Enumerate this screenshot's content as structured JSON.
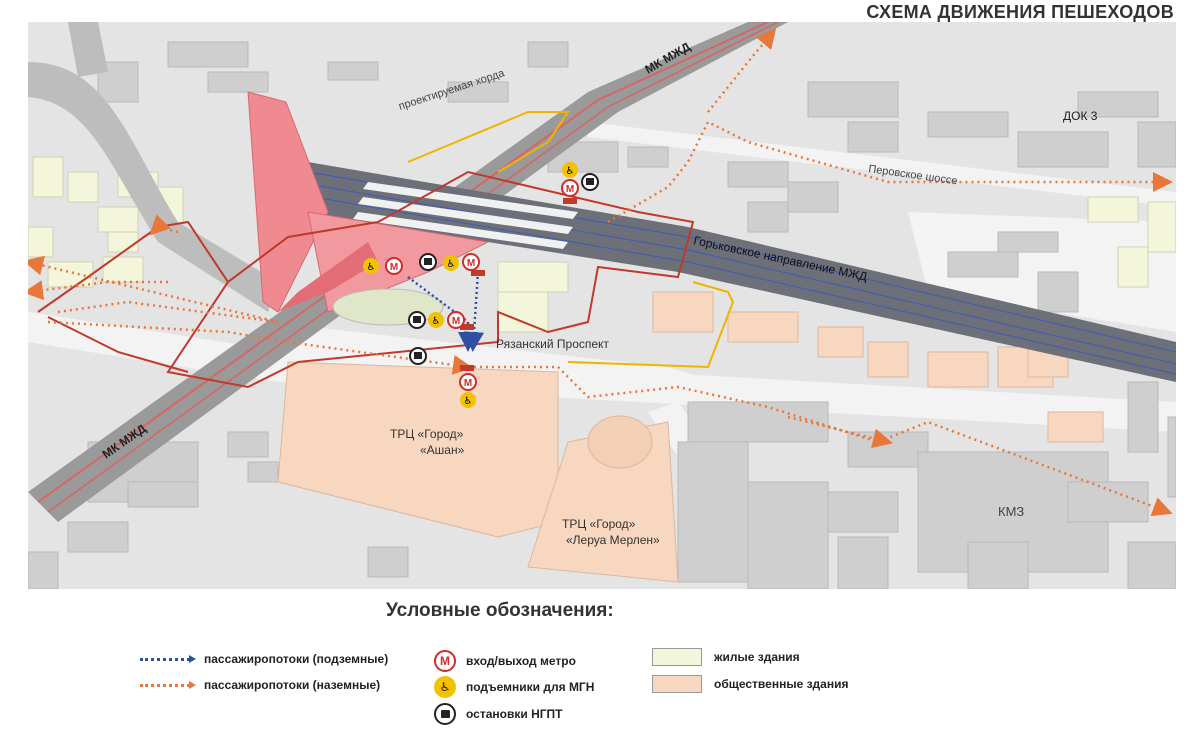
{
  "header": {
    "title": "СХЕМА ДВИЖЕНИЯ ПЕШЕХОДОВ"
  },
  "map": {
    "labels": {
      "mk_mzhd_top": "МК МЖД",
      "mk_mzhd_bottom": "МК МЖД",
      "khorda": "проектируемая хорда",
      "dok3": "ДОК 3",
      "perovskoe": "Перовское шоссе",
      "gorkovskoe": "Горьковское направление МЖД",
      "ryazansky": "Рязанский Проспект",
      "trc_auchan_1": "ТРЦ «Город»",
      "trc_auchan_2": "«Ашан»",
      "trc_leroy_1": "ТРЦ «Город»",
      "trc_leroy_2": "«Леруа Мерлен»",
      "kmz": "КМЗ"
    },
    "symbols": {
      "metro": "М",
      "lift": "♿",
      "bus": "🚌"
    }
  },
  "legend": {
    "title": "Условные обозначения:",
    "underground_flows": "пассажиропотоки (подземные)",
    "ground_flows": "пассажиропотоки (наземные)",
    "metro": "вход/выход метро",
    "lifts": "подъемники для МГН",
    "stops": "остановки НГПТ",
    "residential": "жилые здания",
    "public": "общественные здания"
  },
  "colors": {
    "underground": "#2f4fa3",
    "ground": "#e8773a",
    "metro_red": "#d32a2a",
    "lift_yellow": "#f2c200",
    "residential": "#f4f6dc",
    "public": "#f8d7c0",
    "tower_pink": "#ef8a91",
    "boundary_red": "#c0392b",
    "boundary_yellow": "#f0b400"
  }
}
